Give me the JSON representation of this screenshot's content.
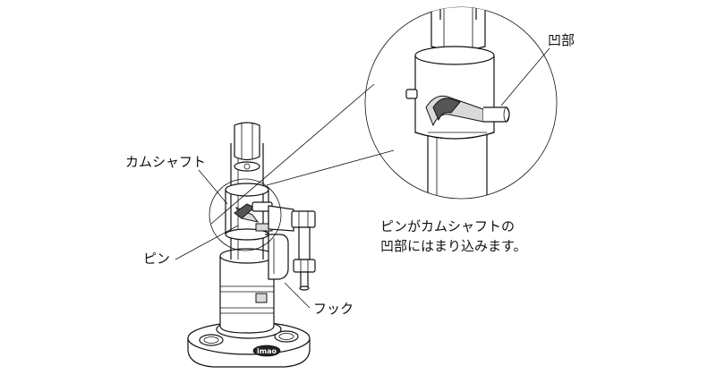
{
  "labels": {
    "camshaft": "カムシャフト",
    "pin": "ピン",
    "hook": "フック",
    "recess": "凹部"
  },
  "note": {
    "line1": "ピンがカムシャフトの",
    "line2": "凹部にはまり込みます。"
  },
  "logo_text": "imao"
}
